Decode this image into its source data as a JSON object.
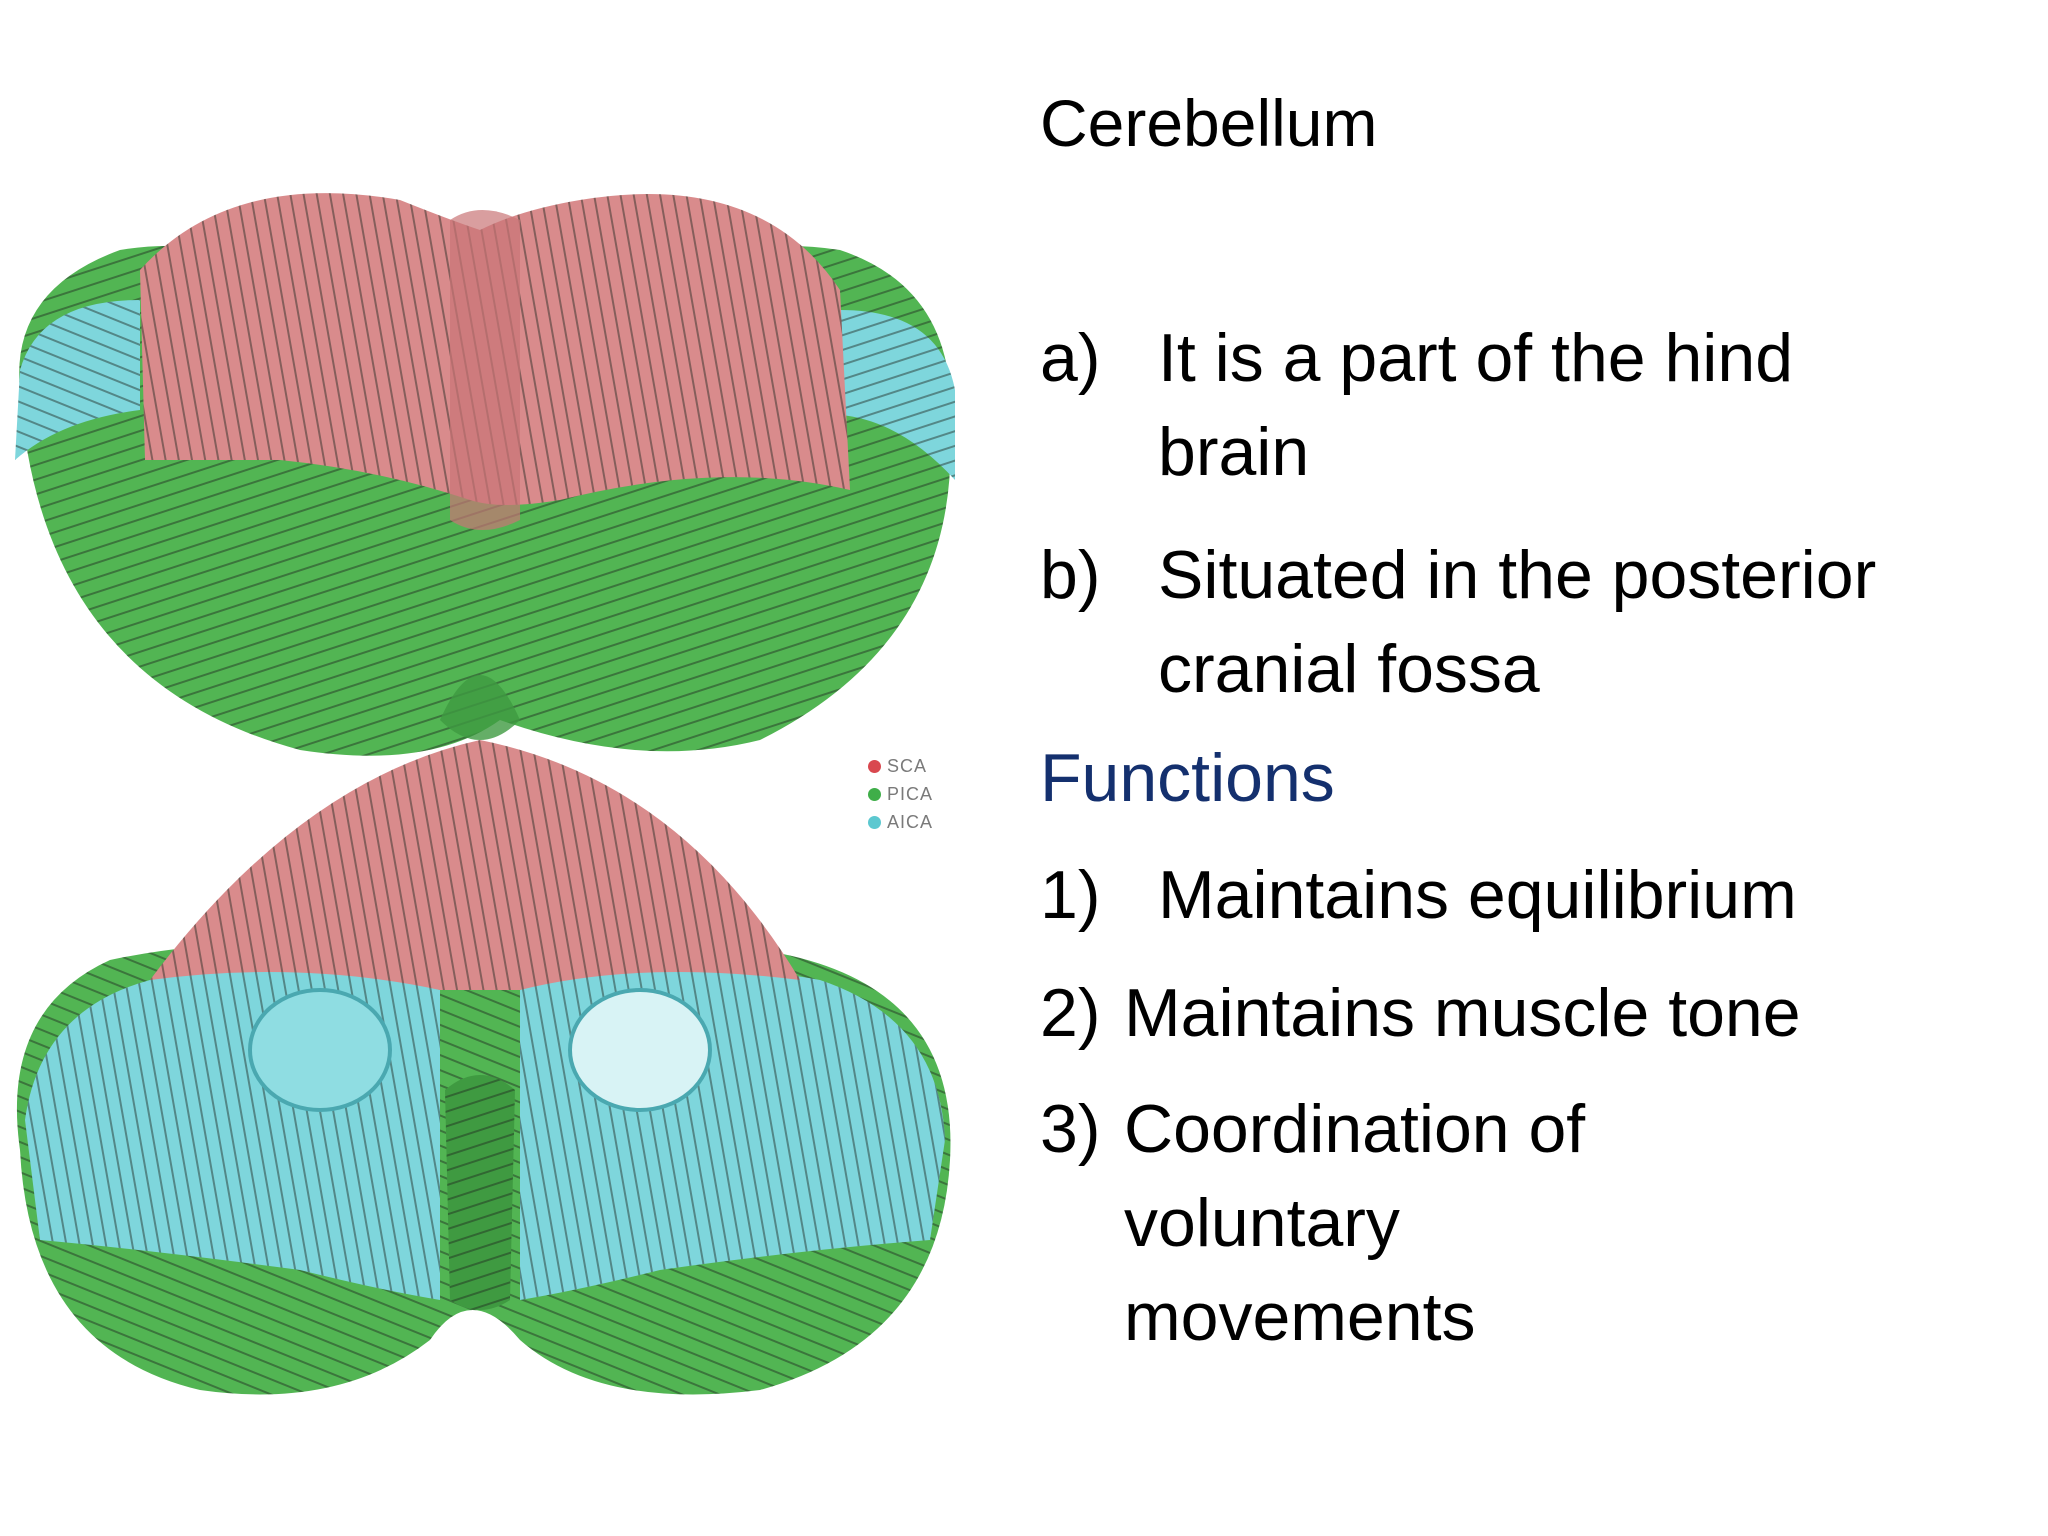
{
  "slide": {
    "title": "Cerebellum",
    "points": [
      {
        "marker": "a)",
        "text": "It is a part of the hind brain"
      },
      {
        "marker": "b)",
        "text": "Situated in the posterior cranial fossa"
      }
    ],
    "functions_heading": "Functions",
    "functions": [
      {
        "marker": "1)",
        "text": "Maintains equilibrium"
      },
      {
        "marker": "2)",
        "text": "Maintains muscle tone"
      },
      {
        "marker": "3)",
        "text": "Coordination of voluntary movements"
      }
    ]
  },
  "illustration": {
    "legend": [
      {
        "label": "SCA",
        "color": "#d9484f"
      },
      {
        "label": "PICA",
        "color": "#3fae49"
      },
      {
        "label": "AICA",
        "color": "#5cc8d0"
      }
    ],
    "region_colors": {
      "sca": "#d98b8c",
      "pica": "#52b553",
      "aica": "#7ed6dc"
    }
  }
}
